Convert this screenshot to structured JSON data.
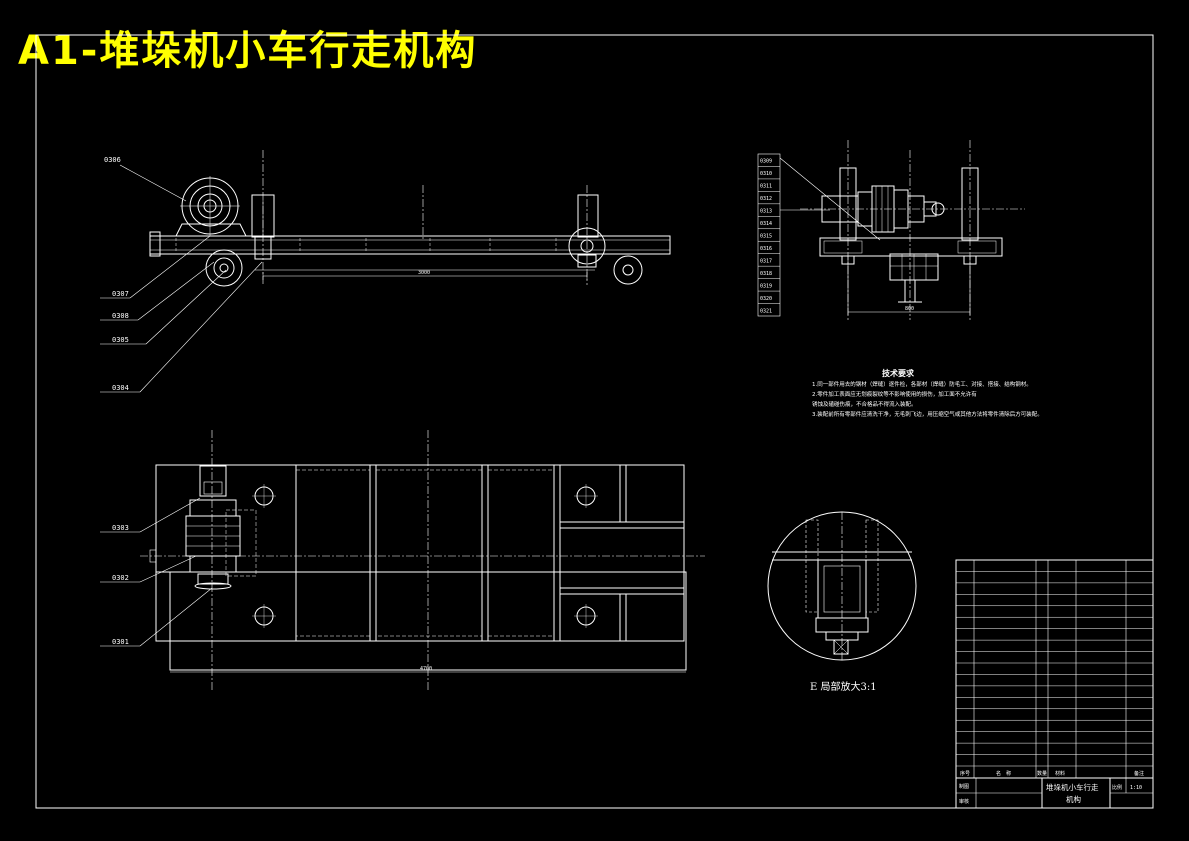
{
  "title": "A1-堆垛机小车行走机构",
  "side_view": {
    "labels_left": [
      "0306",
      "0307",
      "0308",
      "0305",
      "0304"
    ],
    "dimension": "3000"
  },
  "end_view": {
    "labels": [
      "0309",
      "0310",
      "0311",
      "0312",
      "0313",
      "0314",
      "0315",
      "0316",
      "0317",
      "0318",
      "0319",
      "0320",
      "0321"
    ],
    "dimension": "800"
  },
  "plan_view": {
    "labels_left": [
      "0303",
      "0302",
      "0301"
    ],
    "dimension": "4700"
  },
  "tech_req": {
    "heading": "技术要求",
    "lines": [
      "1.同一部件用去的钢材（焊缝）逐件检，各部材（焊缝）防毛工、对接、搭接、结构钢材。",
      "2.零件加工表面应无划痕裂纹等不影响使用的损伤，加工面不允许有",
      "锈蚀及磕碰伤痕，不合格品不得流入装配。",
      "3.装配前所有零部件应清洗干净，无毛刺飞边，用压缩空气或其他方法将零件清除后方可装配。"
    ]
  },
  "detail_caption": "E 局部放大3:1",
  "title_block": {
    "name_line1": "堆垛机小车行走",
    "name_line2": "机构",
    "scale_label": "比例",
    "scale": "1:10",
    "row_labels": [
      "制图",
      "审核"
    ],
    "header": [
      "序号",
      "名　称",
      "数量",
      "材料",
      "备注"
    ]
  }
}
